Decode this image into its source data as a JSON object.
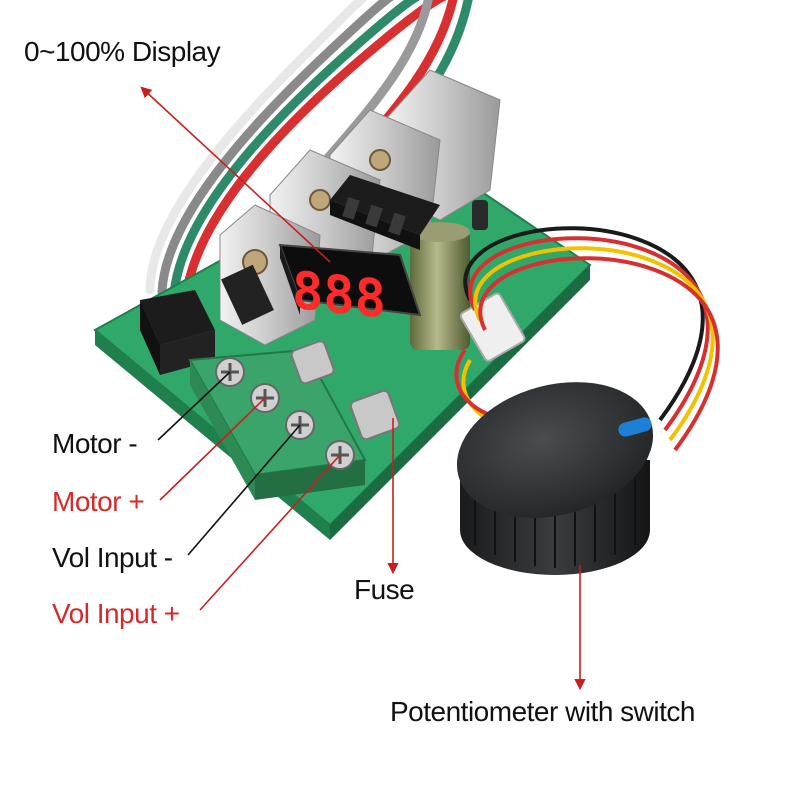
{
  "labels": {
    "display": "0~100% Display",
    "motor_neg": "Motor -",
    "motor_pos": "Motor +",
    "vol_neg": "Vol Input -",
    "vol_pos": "Vol Input +",
    "fuse": "Fuse",
    "potentiometer": "Potentiometer with switch"
  },
  "display_digits": "888",
  "colors": {
    "label_black": "#111111",
    "label_red": "#d42a2a",
    "arrow_red": "#c81e1e",
    "pcb_green": "#2fa86a",
    "terminal_green": "#3aa46a",
    "led_red": "#ff2a2a",
    "knob_black": "#2b2d2f"
  },
  "wire_colors": [
    "#ffffff",
    "#888888",
    "#2e8b6a",
    "#d83030",
    "#f2c200",
    "#1a1a1a"
  ]
}
